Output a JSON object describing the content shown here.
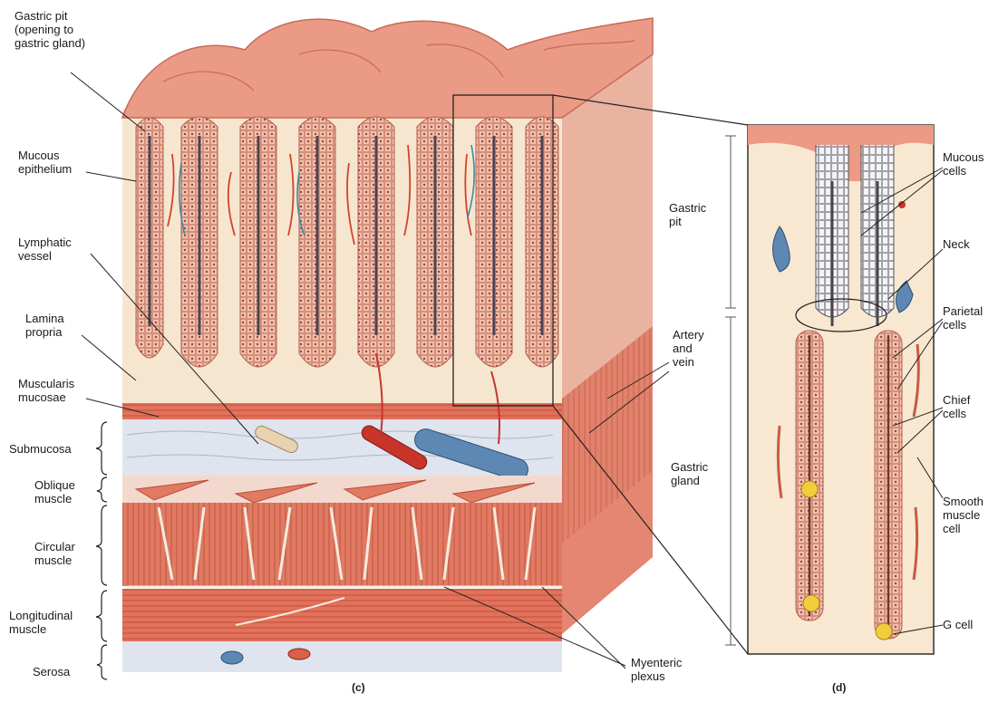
{
  "figure": {
    "panel_c_label": "(c)",
    "panel_d_label": "(d)"
  },
  "labels_c": {
    "gastric_pit": "Gastric pit\n(opening to\ngastric gland)",
    "mucous_epithelium": "Mucous\nepithelium",
    "lymphatic_vessel": "Lymphatic\nvessel",
    "lamina_propria": "Lamina\npropria",
    "muscularis_mucosae": "Muscularis\nmucosae",
    "submucosa": "Submucosa",
    "oblique_muscle": "Oblique\nmuscle",
    "circular_muscle": "Circular\nmuscle",
    "longitudinal_muscle": "Longitudinal\nmuscle",
    "serosa": "Serosa",
    "artery_and_vein": "Artery\nand\nvein",
    "myenteric_plexus": "Myenteric\nplexus"
  },
  "labels_d": {
    "gastric_pit": "Gastric\npit",
    "gastric_gland": "Gastric\ngland",
    "mucous_cells": "Mucous\ncells",
    "neck": "Neck",
    "parietal_cells": "Parietal\ncells",
    "chief_cells": "Chief\ncells",
    "smooth_muscle_cell": "Smooth\nmuscle\ncell",
    "g_cell": "G cell"
  },
  "colors": {
    "mucosa_pink": "#e98a78",
    "mucosa_light": "#f6c9b6",
    "lamina_cream": "#f7e6cf",
    "muscle_red": "#d9614b",
    "muscle_light": "#efa48f",
    "submucosa_blue": "#dfe4ee",
    "vein_blue": "#5d88b4",
    "artery_red": "#c8342a",
    "g_cell_yellow": "#f2cd3c"
  }
}
